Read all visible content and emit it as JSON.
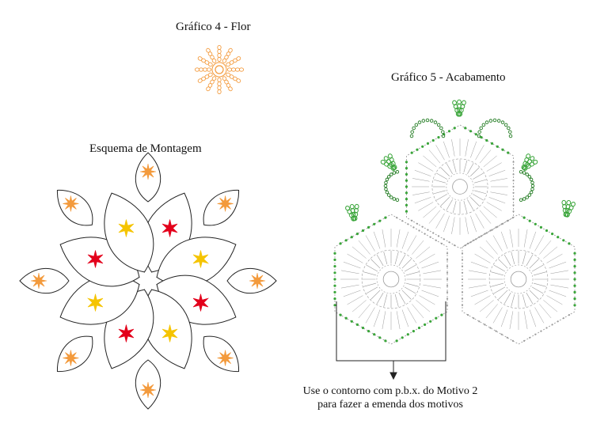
{
  "titles": {
    "flower_chart": "Gráfico 4 - Flor",
    "finishing_chart": "Gráfico 5 - Acabamento",
    "assembly_scheme": "Esquema de Montagem"
  },
  "note": {
    "line1": "Use o contorno com p.b.x. do Motivo 2",
    "line2": "para fazer a emenda dos motivos"
  },
  "colors": {
    "outline": "#222222",
    "flower_orange": "#f39a3c",
    "flower_yellow": "#f5c400",
    "flower_red": "#e3001b",
    "chart_gray": "#9a9a9a",
    "chart_green": "#3aa53a",
    "chart_dark_green": "#1f7a1f"
  }
}
